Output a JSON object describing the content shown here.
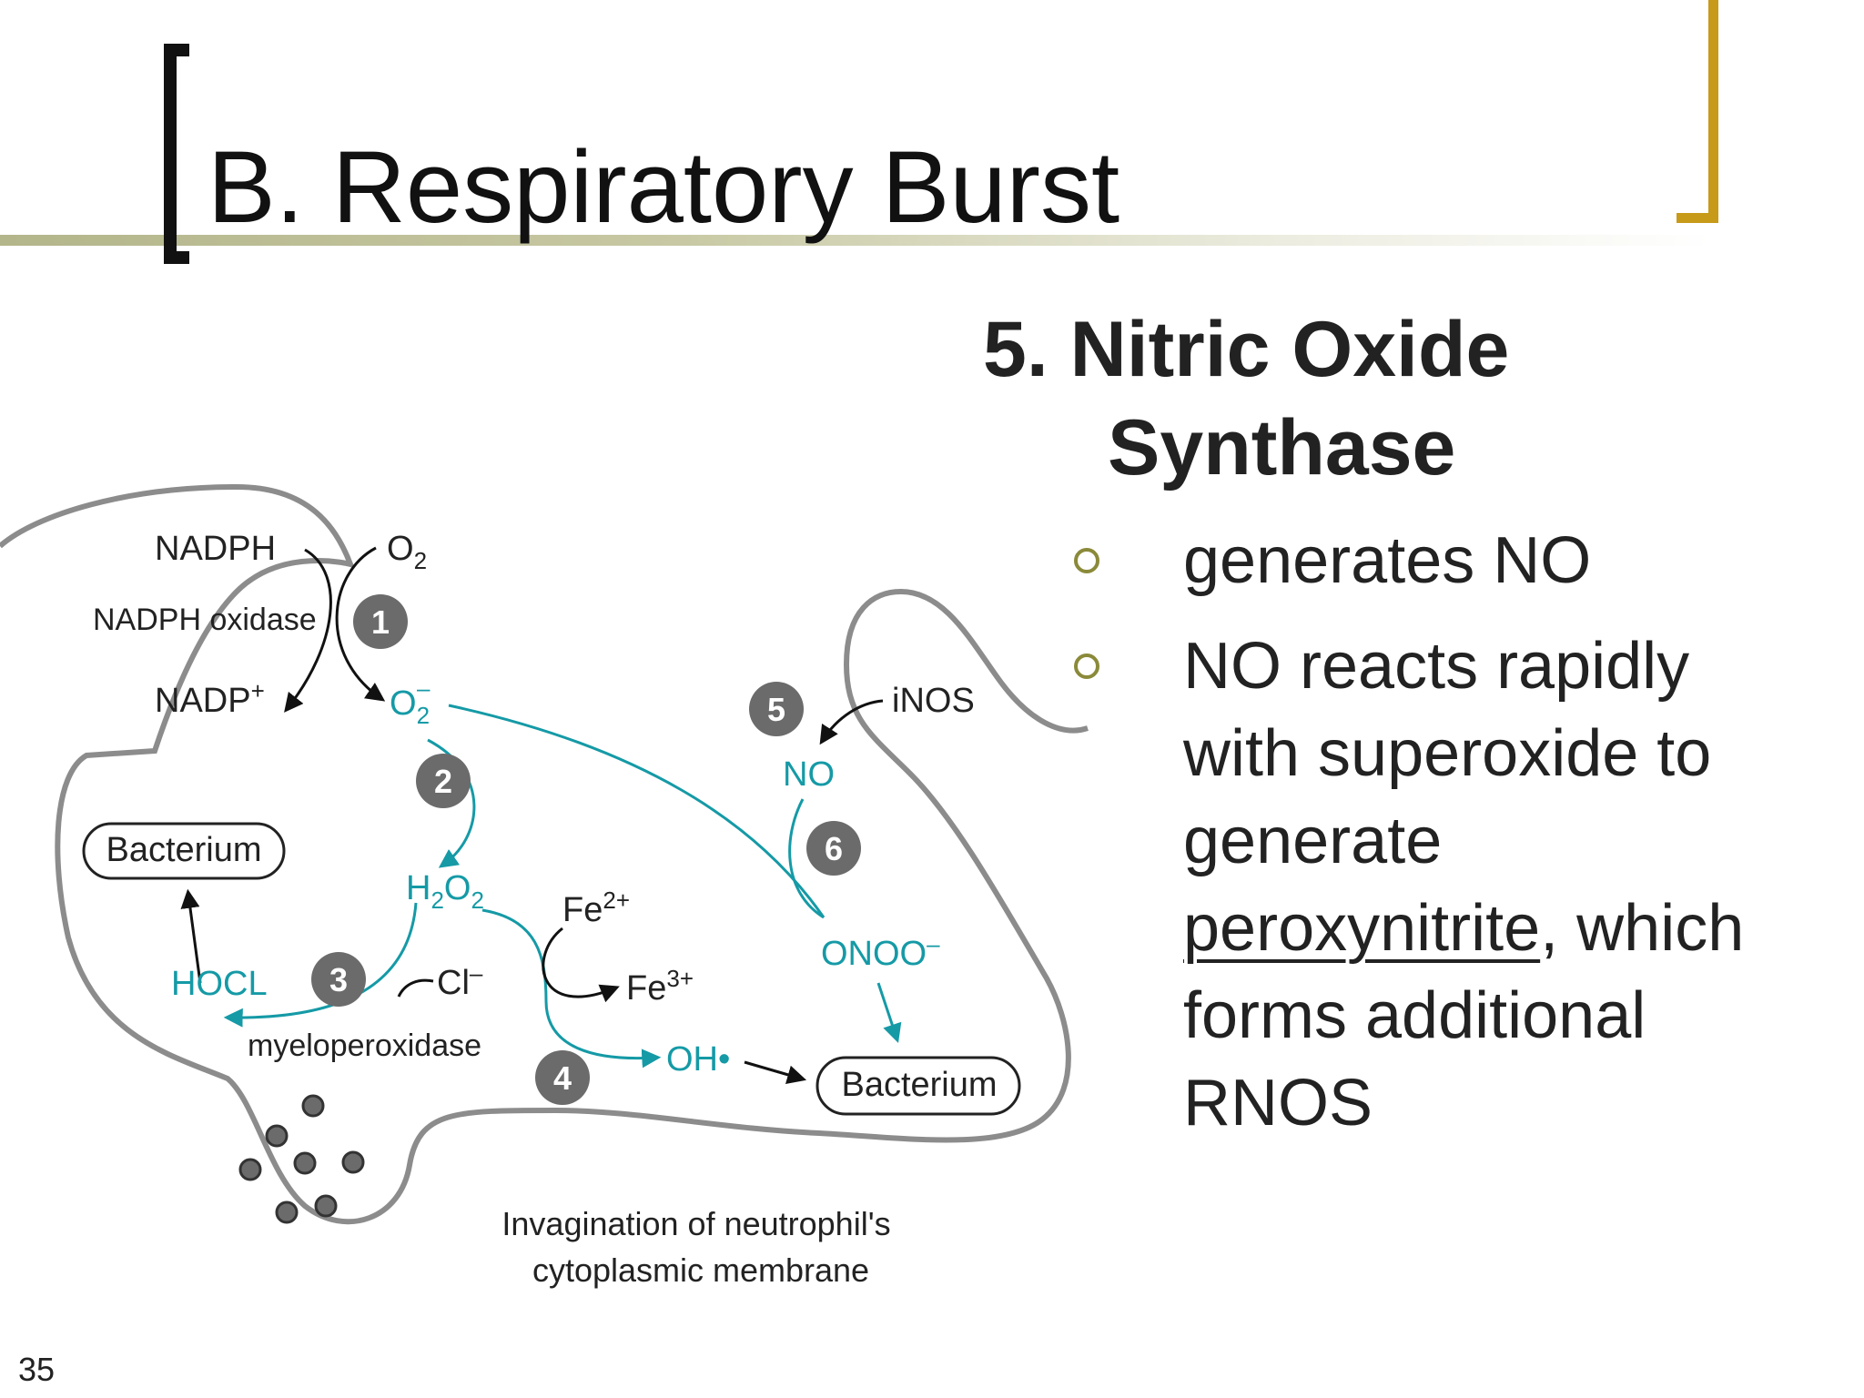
{
  "title": "B. Respiratory Burst",
  "heading": {
    "line1": "5. Nitric Oxide",
    "line2": "Synthase"
  },
  "bullets": {
    "b1": "generates NO",
    "b2_part1": "NO reacts rapidly with superoxide to generate ",
    "b2_link": "peroxynitrite",
    "b2_part2": ", which forms additional RNOS"
  },
  "slide_number": "35",
  "diagram": {
    "nadph": "NADPH",
    "o2": "O",
    "o2_sub": "2",
    "nadph_oxidase": "NADPH oxidase",
    "nadp": "NADP",
    "nadp_sup": "+",
    "superoxide": "O",
    "superoxide_sub": "2",
    "superoxide_sup": "–",
    "h2o2_h": "H",
    "h2o2_2a": "2",
    "h2o2_o": "O",
    "h2o2_2b": "2",
    "bacterium_left": "Bacterium",
    "hocl": "HOCL",
    "cl": "Cl",
    "cl_sup": "–",
    "myeloperoxidase": "myeloperoxidase",
    "fe2": "Fe",
    "fe2_sup": "2+",
    "fe3": "Fe",
    "fe3_sup": "3+",
    "oh": "OH•",
    "bacterium_right": "Bacterium",
    "inos": "iNOS",
    "no": "NO",
    "onoo": "ONOO",
    "onoo_sup": "–",
    "caption_line1": "Invagination of neutrophil's",
    "caption_line2": "cytoplasmic membrane",
    "steps": [
      "1",
      "2",
      "3",
      "4",
      "5",
      "6"
    ]
  },
  "colors": {
    "accent": "#159aa6",
    "step_badge": "#6b6b6b",
    "membrane": "#8c8c8c",
    "gold": "#c79a1a"
  }
}
